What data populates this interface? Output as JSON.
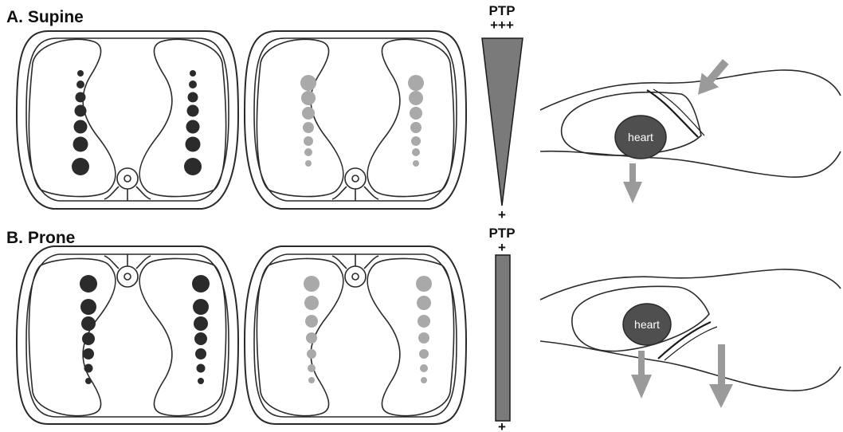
{
  "panels": [
    {
      "label": "A. Supine",
      "ptp": {
        "label": "PTP",
        "top_mark": "+++",
        "bottom_mark": "+"
      },
      "heart_label": "heart"
    },
    {
      "label": "B. Prone",
      "ptp": {
        "label": "PTP",
        "top_mark": "+",
        "bottom_mark": "+"
      },
      "heart_label": "heart"
    }
  ],
  "colors": {
    "dark_dots": "#2b2b2b",
    "light_dots": "#a9a9a9",
    "ptp_fill": "#7a7a7a",
    "heart_fill": "#4f4f4f",
    "arrow_fill": "#9a9a9a",
    "outline": "#2a2a2a"
  }
}
